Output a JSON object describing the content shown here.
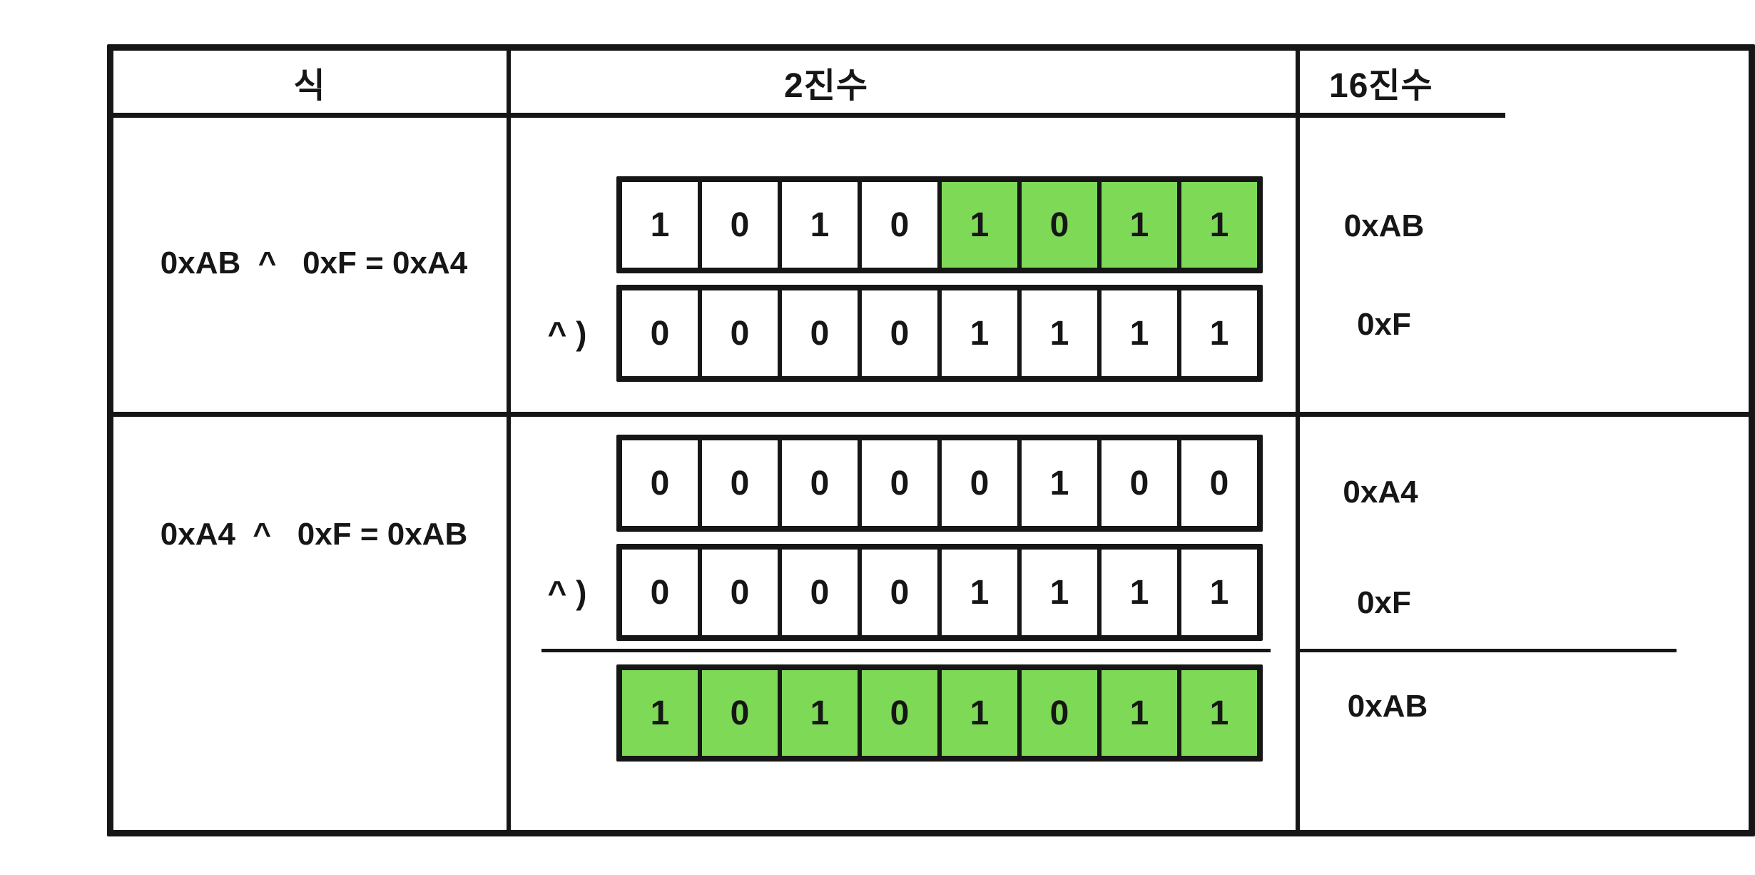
{
  "figure": {
    "headers": {
      "expression": "식",
      "binary": "2진수",
      "hex": "16진수"
    },
    "highlight_color": "#7ed957",
    "rows": [
      {
        "expression": "0xAB  ^   0xF = 0xA4",
        "operands": [
          {
            "prefix": "",
            "hex": "0xAB",
            "bits": [
              "1",
              "0",
              "1",
              "0",
              "1",
              "0",
              "1",
              "1"
            ],
            "highlight": [
              false,
              false,
              false,
              false,
              true,
              true,
              true,
              true
            ]
          },
          {
            "prefix": "^ )",
            "hex": "0xF",
            "bits": [
              "0",
              "0",
              "0",
              "0",
              "1",
              "1",
              "1",
              "1"
            ],
            "highlight": [
              false,
              false,
              false,
              false,
              false,
              false,
              false,
              false
            ]
          }
        ]
      },
      {
        "expression": "0xA4  ^   0xF = 0xAB",
        "operands": [
          {
            "prefix": "",
            "hex": "0xA4",
            "bits": [
              "0",
              "0",
              "0",
              "0",
              "0",
              "1",
              "0",
              "0"
            ],
            "highlight": [
              false,
              false,
              false,
              false,
              false,
              false,
              false,
              false
            ]
          },
          {
            "prefix": "^ )",
            "hex": "0xF",
            "bits": [
              "0",
              "0",
              "0",
              "0",
              "1",
              "1",
              "1",
              "1"
            ],
            "highlight": [
              false,
              false,
              false,
              false,
              false,
              false,
              false,
              false
            ]
          }
        ],
        "result": {
          "hex": "0xAB",
          "bits": [
            "1",
            "0",
            "1",
            "0",
            "1",
            "0",
            "1",
            "1"
          ],
          "highlight": [
            true,
            true,
            true,
            true,
            true,
            true,
            true,
            true
          ]
        }
      }
    ]
  }
}
